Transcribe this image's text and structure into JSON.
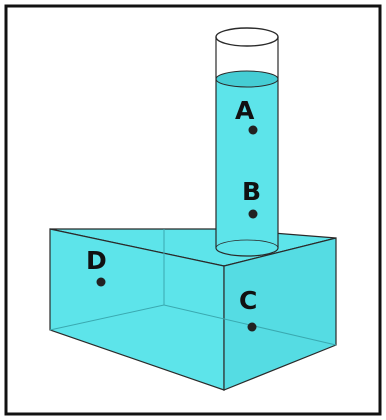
{
  "labels": {
    "a": "A",
    "b": "B",
    "c": "C",
    "d": "D"
  },
  "colors": {
    "water": "#5de4ea",
    "water_dark": "#45cdd4",
    "glass_edge": "#2a2a2a",
    "frame": "#111111",
    "background": "#ffffff"
  }
}
